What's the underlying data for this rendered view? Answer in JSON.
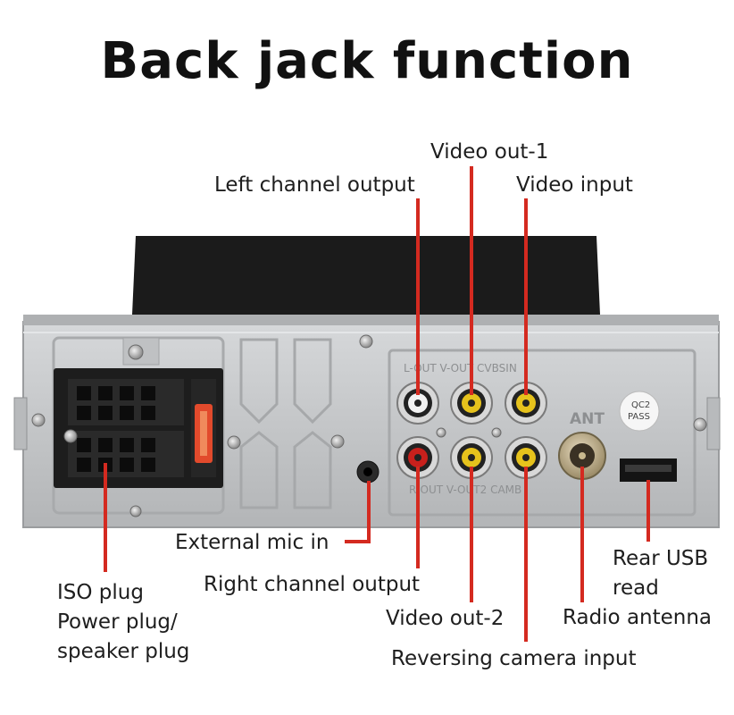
{
  "title": "Back jack function",
  "labels": {
    "video_out_1": "Video out-1",
    "left_channel_output": "Left channel output",
    "video_input": "Video input",
    "external_mic_in": "External mic in",
    "right_channel_output": "Right channel output",
    "iso_plug_1": "ISO plug",
    "iso_plug_2": "Power plug/",
    "iso_plug_3": "speaker plug",
    "video_out_2": "Video out-2",
    "rear_usb_1": "Rear USB",
    "rear_usb_2": "read",
    "radio_antenna": "Radio antenna",
    "reversing_camera_input": "Reversing camera input"
  },
  "panel_text": {
    "top_jacks": "L-OUT V-OUT CVBSIN",
    "bottom_jacks": "R-OUT V-OUT2 CAMB",
    "ant": "ANT",
    "qc_1": "QC2",
    "qc_2": "PASS"
  },
  "colors": {
    "pointer_line": "#d42a20",
    "panel": "#c9cbcd",
    "jack_red": "#c8201c",
    "jack_yellow": "#e6c21c",
    "jack_white": "#f2f2f2"
  }
}
